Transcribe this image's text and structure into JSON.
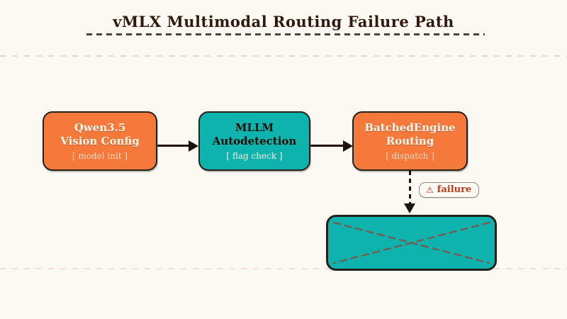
{
  "title": "vMLX Multimodal Routing Failure Path",
  "colors": {
    "background": "#fcf8f2",
    "node_orange": "#f5793b",
    "node_teal": "#0fb3ad",
    "node_border": "#26201a",
    "arrow": "#1c120b",
    "failure_red": "#c0371b"
  },
  "nodes": [
    {
      "id": "qwen",
      "lines": [
        "Qwen3.5",
        "Vision Config"
      ],
      "subtitle": "[ model init ]",
      "color": "orange"
    },
    {
      "id": "mllm",
      "lines": [
        "MLLM",
        "Autodetection"
      ],
      "subtitle": "[ flag check ]",
      "color": "teal"
    },
    {
      "id": "batched",
      "lines": [
        "BatchedEngine",
        "Routing"
      ],
      "subtitle": "[ dispatch ]",
      "color": "orange"
    }
  ],
  "edges": [
    {
      "from": "qwen",
      "to": "mllm",
      "style": "solid",
      "label": ""
    },
    {
      "from": "mllm",
      "to": "batched",
      "style": "solid",
      "label": ""
    },
    {
      "from": "batched",
      "to": "failed-node",
      "style": "dashed",
      "label": "failure"
    }
  ],
  "failure_badge": {
    "icon": "⚠",
    "text": "failure"
  },
  "failed_node": {
    "id": "failed-node",
    "text": "",
    "crossed_out": true
  }
}
